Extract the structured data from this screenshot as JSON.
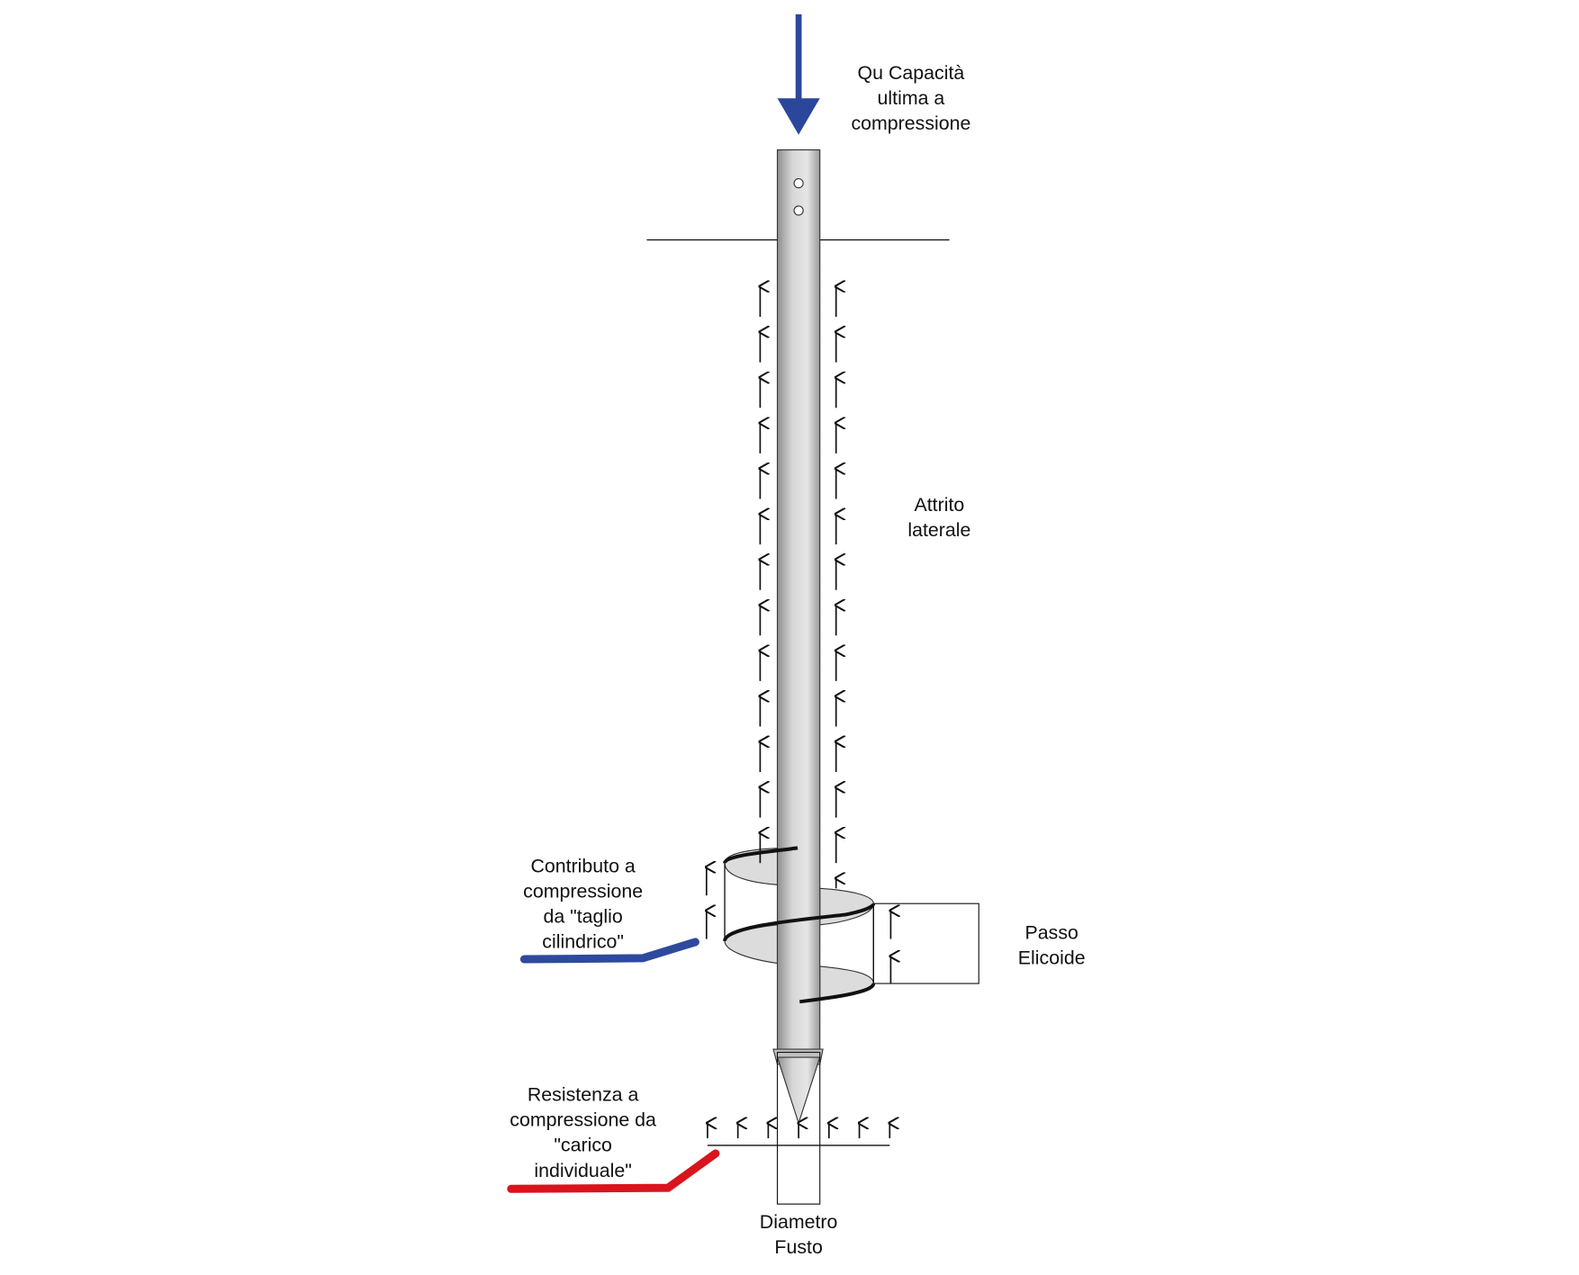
{
  "colors": {
    "load_arrow": "#2b479b",
    "blue_marker": "#2e4a9e",
    "red_marker": "#d9141c",
    "shaft": "#c8c8c8"
  },
  "labels": {
    "load": [
      "Qu Capacità",
      "ultima a",
      "compressione"
    ],
    "friction": [
      "Attrito",
      "laterale"
    ],
    "cylindrical_shear": [
      "Contributo a",
      "compressione",
      "da \"taglio",
      "cilindrico\""
    ],
    "helix_pitch": [
      "Passo",
      "Elicoide"
    ],
    "end_bearing": [
      "Resistenza a",
      "compressione da",
      "\"carico",
      "individuale\""
    ],
    "shaft_diameter": [
      "Diametro",
      "Fusto"
    ]
  }
}
